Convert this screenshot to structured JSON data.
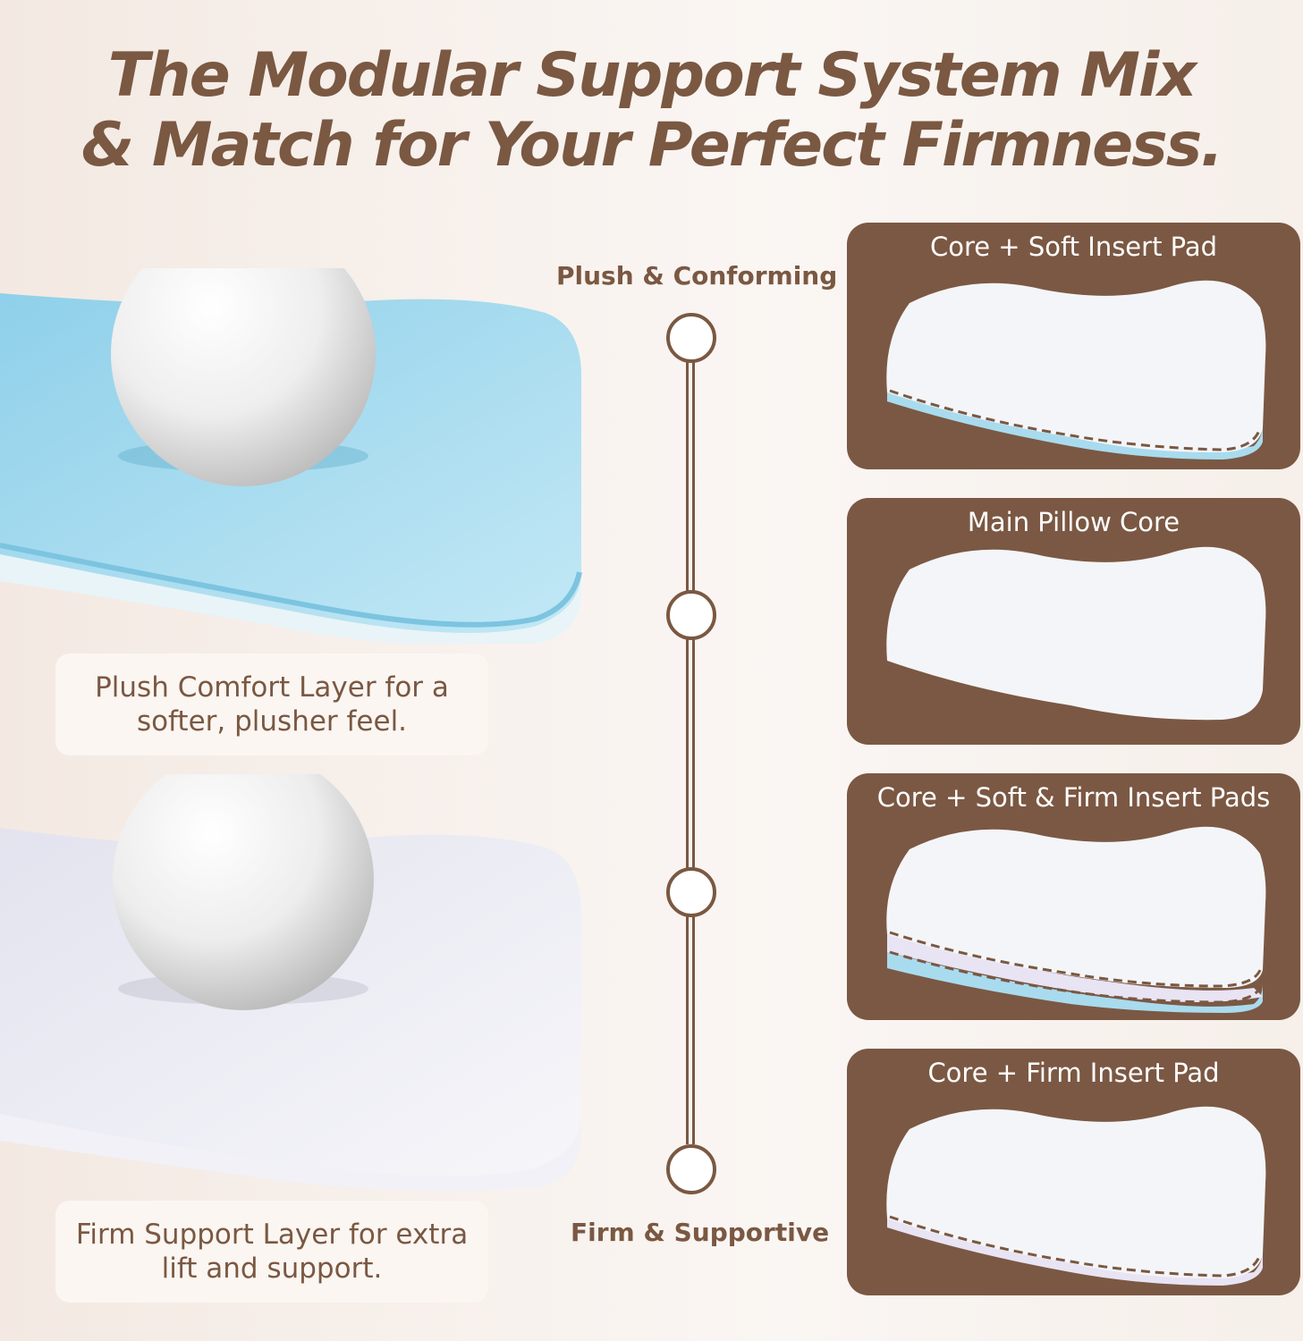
{
  "headline": {
    "line1": "The Modular Support System Mix",
    "line2": "& Match for Your Perfect Firmness."
  },
  "scale": {
    "top_label": "Plush & Conforming",
    "bottom_label": "Firm & Supportive",
    "levels": 4
  },
  "layers": [
    {
      "name": "soft-layer",
      "caption": "Plush Comfort Layer for a softer, plusher feel.",
      "color": "#a8dcee"
    },
    {
      "name": "firm-layer",
      "caption": "Firm Support Layer for extra lift and support.",
      "color": "#e6e8f2"
    }
  ],
  "configurations": [
    {
      "title": "Core + Soft Insert Pad",
      "inserts": [
        "soft"
      ]
    },
    {
      "title": "Main Pillow Core",
      "inserts": []
    },
    {
      "title": "Core + Soft & Firm Insert Pads",
      "inserts": [
        "soft",
        "firm"
      ]
    },
    {
      "title": "Core + Firm Insert Pad",
      "inserts": [
        "firm"
      ]
    }
  ],
  "colors": {
    "brand_brown": "#7a5842",
    "card_brown": "#7b5843",
    "soft_blue": "#a8dcee",
    "firm_lavender": "#e8e4f4"
  }
}
